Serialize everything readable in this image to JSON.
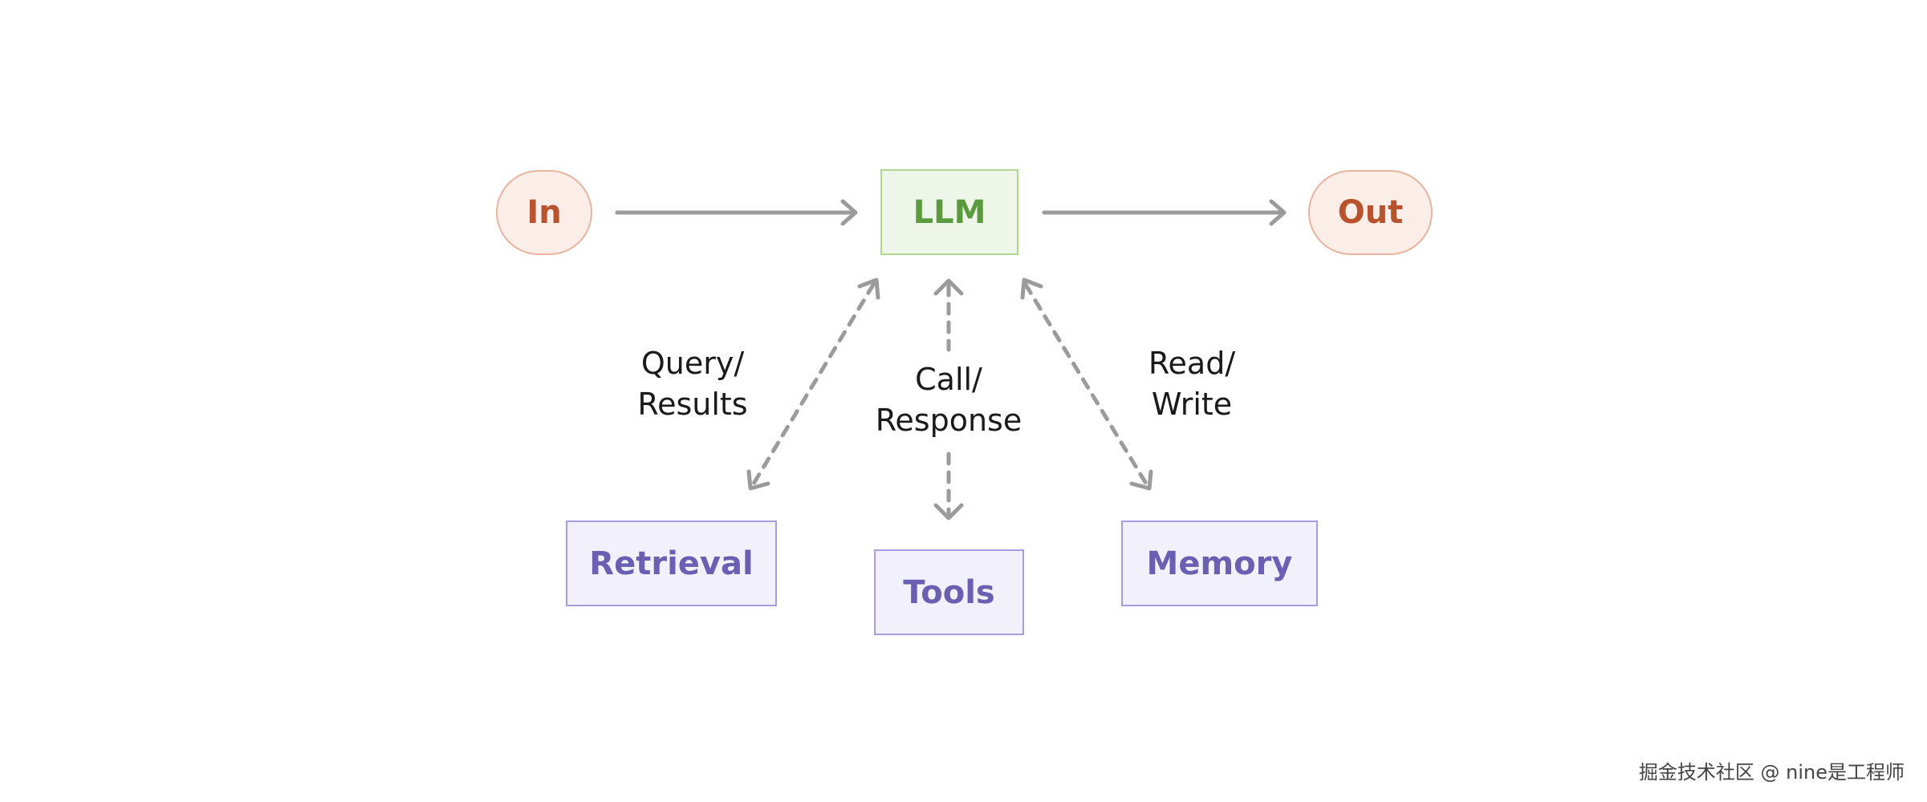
{
  "diagram": {
    "nodes": {
      "input": "In",
      "llm": "LLM",
      "output": "Out",
      "retrieval": "Retrieval",
      "tools": "Tools",
      "memory": "Memory"
    },
    "edge_labels": {
      "retrieval": [
        "Query/",
        "Results"
      ],
      "tools": [
        "Call/",
        "Response"
      ],
      "memory": [
        "Read/",
        "Write"
      ]
    },
    "edges": [
      {
        "from": "In",
        "to": "LLM",
        "style": "solid"
      },
      {
        "from": "LLM",
        "to": "Out",
        "style": "solid"
      },
      {
        "from": "LLM",
        "to": "Retrieval",
        "style": "dashed",
        "bidirectional": true
      },
      {
        "from": "LLM",
        "to": "Tools",
        "style": "dashed",
        "bidirectional": true
      },
      {
        "from": "LLM",
        "to": "Memory",
        "style": "dashed",
        "bidirectional": true
      }
    ],
    "colors": {
      "io_fill": "#fbeee9",
      "io_border": "#eab39d",
      "io_text": "#b9532d",
      "llm_fill": "#eef6e9",
      "llm_border": "#acd98f",
      "llm_text": "#5b9a3d",
      "tool_fill": "#f2f1fb",
      "tool_border": "#a79ce0",
      "tool_text": "#6a5fb2",
      "arrow": "#9b9b9b"
    }
  },
  "watermark": "掘金技术社区 @ nine是工程师"
}
